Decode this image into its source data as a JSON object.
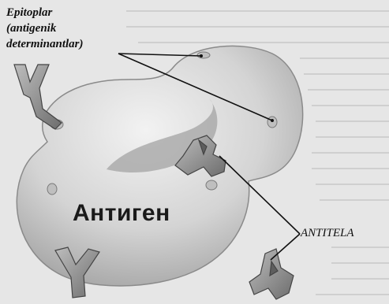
{
  "labels": {
    "epitope_line1": "Epitoplar",
    "epitope_line2": "(antigenik",
    "epitope_line3": "determinantlar)",
    "antigen": "Антиген",
    "antibodies": "ANTITELA"
  },
  "colors": {
    "background": "#e6e6e6",
    "antigen_fill": "#d2d2d2",
    "antibody_fill": "#8a8a8a",
    "line": "#111111"
  }
}
